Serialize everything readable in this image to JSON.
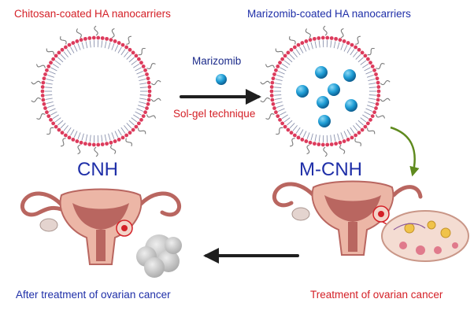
{
  "labels": {
    "chitosan_caption": "Chitosan-coated  HA nanocarriers",
    "marizomib_caption": "Marizomib-coated  HA nanocarriers",
    "drug_name": "Marizomib",
    "method": "Sol-gel technique",
    "cnh": "CNH",
    "mcnh": "M-CNH",
    "treatment": "Treatment of ovarian cancer",
    "after": "After treatment of ovarian cancer"
  },
  "colors": {
    "lipid_head": "#dc3b5c",
    "drug_particle": "#1f9ed6",
    "arrow_dark": "#1f1f1f",
    "arrow_green": "#5f8a1e",
    "tissue_pink": "#ecb6a6",
    "tissue_dark": "#b96660",
    "tumor_gray": "#c8c8c8"
  },
  "icons": {
    "empty_carrier": "chitosan-ha-nanocarrier-icon",
    "loaded_carrier": "marizomib-ha-nanocarrier-icon",
    "drug": "marizomib-particle-icon",
    "uterus_healthy": "uterus-tumor-icon",
    "uterus_treated": "uterus-treated-icon"
  }
}
